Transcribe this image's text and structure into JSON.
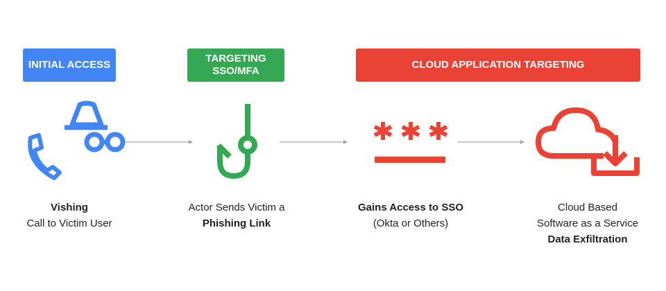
{
  "colors": {
    "blue": "#4285f4",
    "green": "#34a853",
    "red": "#ea4335",
    "arrow": "#a0a4a8"
  },
  "stages": [
    {
      "tag": "INITIAL ACCESS",
      "icon": "incognito-phone-icon",
      "caption_bold": "Vishing",
      "caption": "Call to Victim User"
    },
    {
      "tag_line1": "TARGETING",
      "tag_line2": "SSO/MFA",
      "icon": "fish-hook-icon",
      "caption": "Actor Sends Victim a",
      "caption_bold": "Phishing Link"
    },
    {
      "icon": "password-icon",
      "caption_bold": "Gains Access to SSO",
      "caption": "(Okta or Others)"
    },
    {
      "icon": "cloud-download-icon",
      "caption_line1": "Cloud Based",
      "caption_line2": "Software as a Service",
      "caption_bold": "Data Exfiltration"
    }
  ],
  "cloud_tag": "CLOUD APPLICATION TARGETING"
}
